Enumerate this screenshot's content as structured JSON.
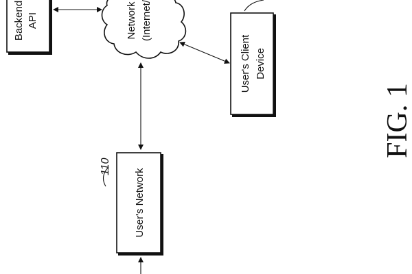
{
  "diagram": {
    "boxes": {
      "backend_api": {
        "lines": [
          "Backend",
          "API"
        ]
      },
      "users_network": {
        "label": "User's Network",
        "ref": "110"
      },
      "users_client_device": {
        "lines": [
          "User's Client",
          "Device"
        ]
      }
    },
    "network_cloud": {
      "lines": [
        "Network",
        "(Internet/"
      ]
    },
    "figure_label": "FIG. 1"
  },
  "colors": {
    "ink": "#111111",
    "background": "#ffffff"
  }
}
